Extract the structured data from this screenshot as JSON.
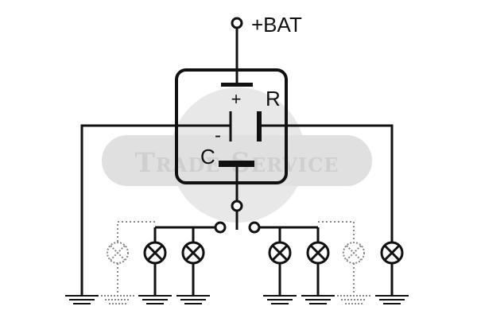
{
  "colors": {
    "line": "#111111",
    "dotted": "#888888",
    "watermark_disc": "#e6e6e6",
    "watermark_band": "#dcdcdc",
    "watermark_text": "#c4c4c4"
  },
  "labels": {
    "battery": "+BAT",
    "plus": "+",
    "minus": "-",
    "r": "R",
    "c": "C"
  },
  "watermark": {
    "text": "Trade Service"
  },
  "lamps": [
    {
      "style": "dotted"
    },
    {
      "style": "solid"
    },
    {
      "style": "solid"
    },
    {
      "style": "solid"
    },
    {
      "style": "solid"
    },
    {
      "style": "dotted"
    },
    {
      "style": "solid"
    }
  ],
  "icons": {
    "lamp": "lamp-icon",
    "ground": "ground-icon",
    "terminal": "terminal-circle-icon",
    "switch": "changeover-switch-icon"
  }
}
